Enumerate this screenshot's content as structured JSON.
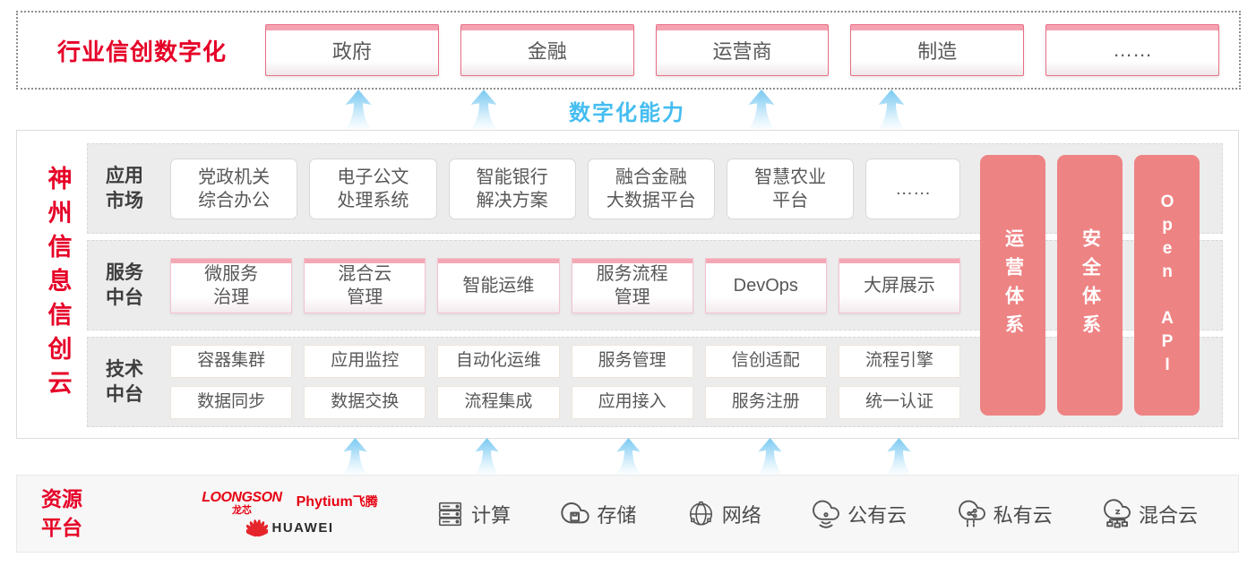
{
  "colors": {
    "brand_red": "#e60027",
    "bar_pink": "#ee8384",
    "strip_pink": "#f4a3b2",
    "capability_blue": "#45bdf0",
    "card_text": "#595757"
  },
  "top_band": {
    "title": "行业信创数字化",
    "industries": [
      "政府",
      "金融",
      "运营商",
      "制造",
      "……"
    ]
  },
  "capability_label": "数字化能力",
  "platform": {
    "side_title": "神州信息信创云",
    "rows": {
      "app_market": {
        "label": [
          "应用",
          "市场"
        ],
        "cards": [
          [
            "党政机关",
            "综合办公"
          ],
          [
            "电子公文",
            "处理系统"
          ],
          [
            "智能银行",
            "解决方案"
          ],
          [
            "融合金融",
            "大数据平台"
          ],
          [
            "智慧农业",
            "平台"
          ],
          [
            "……"
          ]
        ]
      },
      "service": {
        "label": [
          "服务",
          "中台"
        ],
        "cards": [
          [
            "微服务",
            "治理"
          ],
          [
            "混合云",
            "管理"
          ],
          [
            "智能运维"
          ],
          [
            "服务流程",
            "管理"
          ],
          [
            "DevOps"
          ],
          [
            "大屏展示"
          ]
        ]
      },
      "tech": {
        "label": [
          "技术",
          "中台"
        ],
        "cards_row1": [
          "容器集群",
          "应用监控",
          "自动化运维",
          "服务管理",
          "信创适配",
          "流程引擎"
        ],
        "cards_row2": [
          "数据同步",
          "数据交换",
          "流程集成",
          "应用接入",
          "服务注册",
          "统一认证"
        ]
      }
    },
    "bars": [
      "运营体系",
      "安全体系",
      "Open API"
    ]
  },
  "resources": {
    "title": [
      "资源",
      "平台"
    ],
    "logos": {
      "loongson": {
        "name": "LOONGSON",
        "sub": "龙芯"
      },
      "phytium": {
        "name": "Phytium",
        "sub": "飞腾"
      },
      "huawei": {
        "name": "HUAWEI"
      }
    },
    "items": [
      {
        "icon": "compute-icon",
        "label": "计算"
      },
      {
        "icon": "storage-icon",
        "label": "存储"
      },
      {
        "icon": "network-icon",
        "label": "网络"
      },
      {
        "icon": "public-cloud-icon",
        "label": "公有云"
      },
      {
        "icon": "private-cloud-icon",
        "label": "私有云"
      },
      {
        "icon": "hybrid-cloud-icon",
        "label": "混合云"
      }
    ]
  }
}
